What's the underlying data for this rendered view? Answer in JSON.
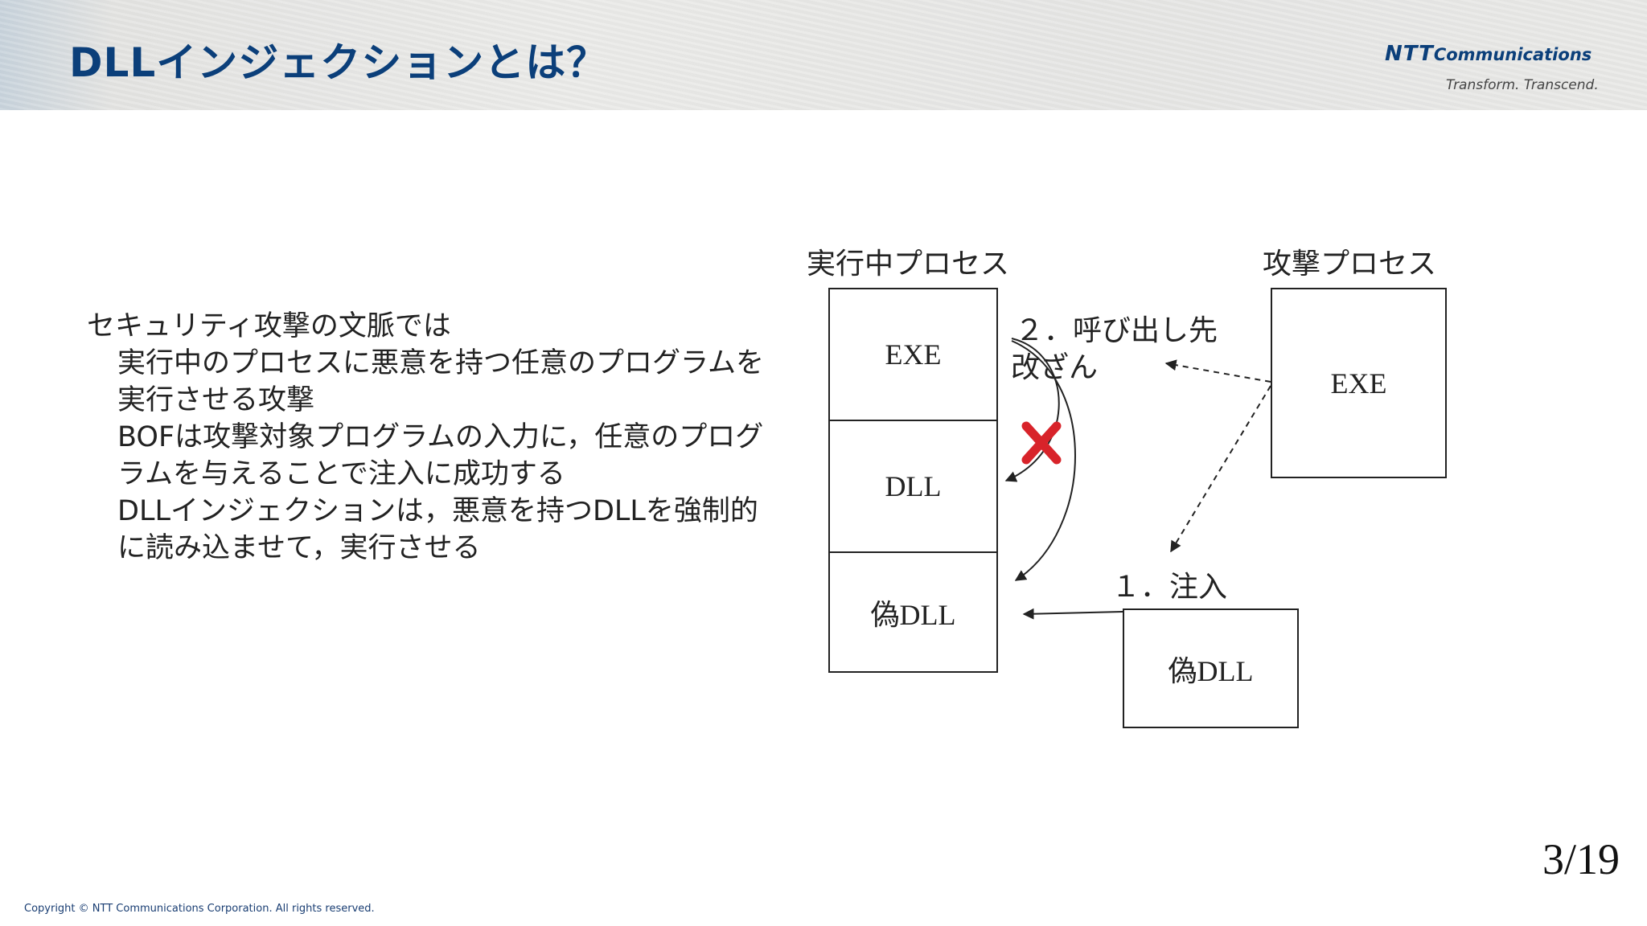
{
  "header": {
    "title": "DLLインジェクションとは？",
    "logo": {
      "ntt": "NTT",
      "communications": "Communications",
      "tagline": "Transform. Transcend."
    }
  },
  "body": {
    "lines": [
      "セキュリティ攻撃の文脈では",
      "実行中のプロセスに悪意を持つ任意のプログラムを実行させる攻撃",
      "BOFは攻撃対象プログラムの入力に，任意のプログラムを与えることで注入に成功する",
      "DLLインジェクションは，悪意を持つDLLを強制的に読み込ませて，実行させる"
    ]
  },
  "diagram": {
    "running_process_label": "実行中プロセス",
    "attack_process_label": "攻撃プロセス",
    "running_process_modules": [
      "EXE",
      "DLL",
      "偽DLL"
    ],
    "attack_process_module": "EXE",
    "injected_module": "偽DLL",
    "step1_label": "１．注入",
    "step2_label_line1": "２．呼び出し先",
    "step2_label_line2": "改ざん",
    "x_mark_color": "#d8232a"
  },
  "footer": {
    "page_number": "3/19",
    "copyright": "Copyright © NTT Communications Corporation. All rights reserved."
  }
}
